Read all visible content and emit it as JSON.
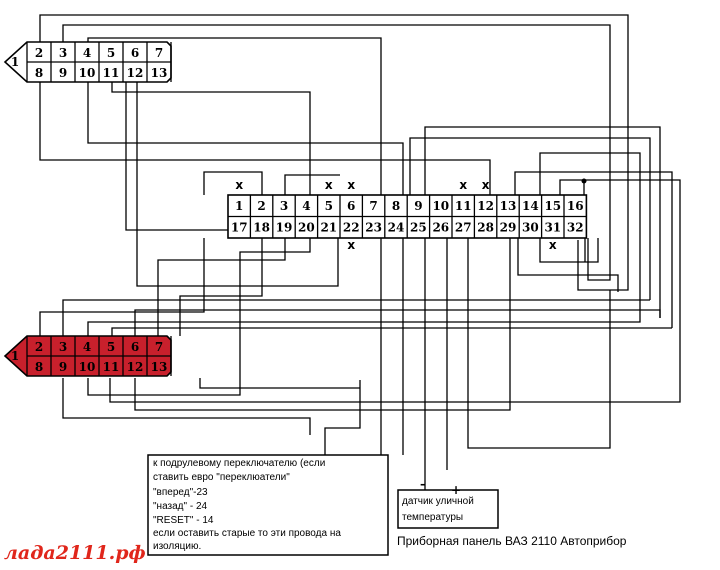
{
  "connector_top": {
    "pin_one": "1",
    "top_row": [
      "2",
      "3",
      "4",
      "5",
      "6",
      "7"
    ],
    "bottom_row": [
      "8",
      "9",
      "10",
      "11",
      "12",
      "13"
    ],
    "fill": "#ffffff"
  },
  "connector_red": {
    "pin_one": "1",
    "top_row": [
      "2",
      "3",
      "4",
      "5",
      "6",
      "7"
    ],
    "bottom_row": [
      "8",
      "9",
      "10",
      "11",
      "12",
      "13"
    ],
    "fill": "#c8202c"
  },
  "connector_main": {
    "top_row": [
      "1",
      "2",
      "3",
      "4",
      "5",
      "6",
      "7",
      "8",
      "9",
      "10",
      "11",
      "12",
      "13",
      "14",
      "15",
      "16"
    ],
    "bottom_row": [
      "17",
      "18",
      "19",
      "20",
      "21",
      "22",
      "23",
      "24",
      "25",
      "26",
      "27",
      "28",
      "29",
      "30",
      "31",
      "32"
    ],
    "unused_mark": "x"
  },
  "note": {
    "lines": [
      "к подрулевому переключателю (если",
      "ставить евро \"переклюатели\"",
      "\"вперед\"-23",
      "\"назад\" - 24",
      "\"RESET\" - 14",
      "если оставить старые то эти провода на",
      "изоляцию."
    ]
  },
  "sensor": {
    "lines": [
      "датчик уличной",
      "температуры"
    ],
    "minus": "–",
    "plus": "+"
  },
  "caption": "Приборная панель ВАЗ 2110 Автоприбор",
  "logo": "лада2111.рф"
}
